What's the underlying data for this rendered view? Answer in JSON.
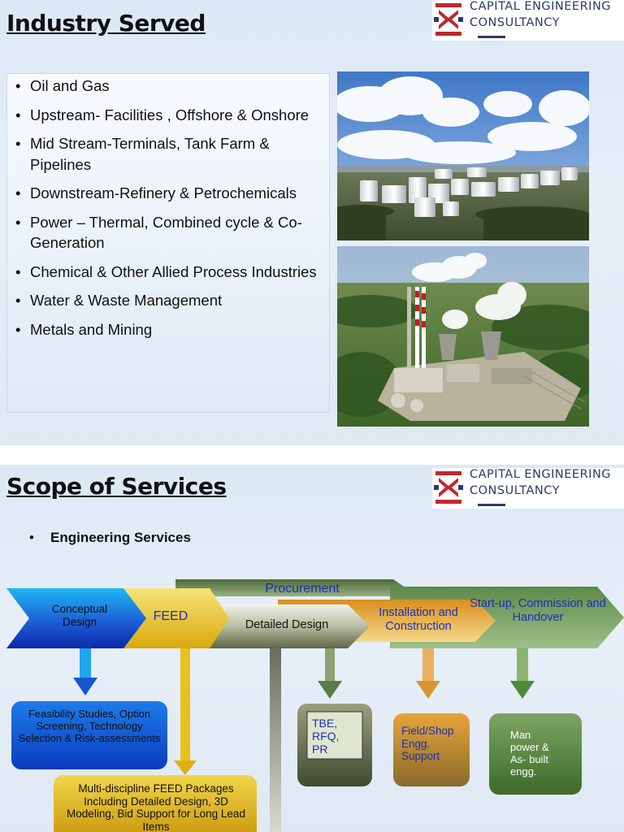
{
  "slide1": {
    "title": "Industry Served",
    "logo": {
      "line1": "CAPITAL ENGINEERING",
      "line2": "CONSULTANCY"
    },
    "industries": [
      "Oil and Gas",
      "Upstream- Facilities , Offshore & Onshore",
      "Mid Stream-Terminals, Tank Farm & Pipelines",
      "Downstream-Refinery & Petrochemicals",
      "Power – Thermal, Combined cycle & Co-Generation",
      "Chemical & Other Allied Process Industries",
      "Water & Waste Management",
      "Metals and Mining"
    ]
  },
  "slide2": {
    "title": "Scope of Services",
    "logo": {
      "line1": "CAPITAL ENGINEERING",
      "line2": "CONSULTANCY"
    },
    "bullet": "Engineering Services",
    "phases": {
      "procurement": "Procurement",
      "conceptual": "Conceptual Design",
      "feed": "FEED",
      "detailed": "Detailed Design",
      "installation": "Installation and Construction",
      "startup": "Start-up, Commission and Handover"
    },
    "outputs": {
      "feasibility": "Feasibility Studies, Option Screening, Technology Selection & Risk-assessments",
      "feed_packages": "Multi-discipline FEED Packages Including Detailed Design, 3D Modeling, Bid Support for Long Lead Items",
      "tbe": "TBE, RFQ, PR",
      "field": "Field/Shop Engg. Support",
      "manpower": "Man power & As- built engg."
    }
  },
  "colors": {
    "logo_navy": "#2b3a6b",
    "logo_red": "#c0282d",
    "conceptual_blue": "#1a5fd8",
    "feed_yellow": "#e8c21a",
    "detailed_gray": "#8a9070",
    "procurement_green": "#6f8a55",
    "installation_orange": "#e0a030",
    "startup_green": "#7aa265",
    "label_blue": "#1a2fb8"
  }
}
